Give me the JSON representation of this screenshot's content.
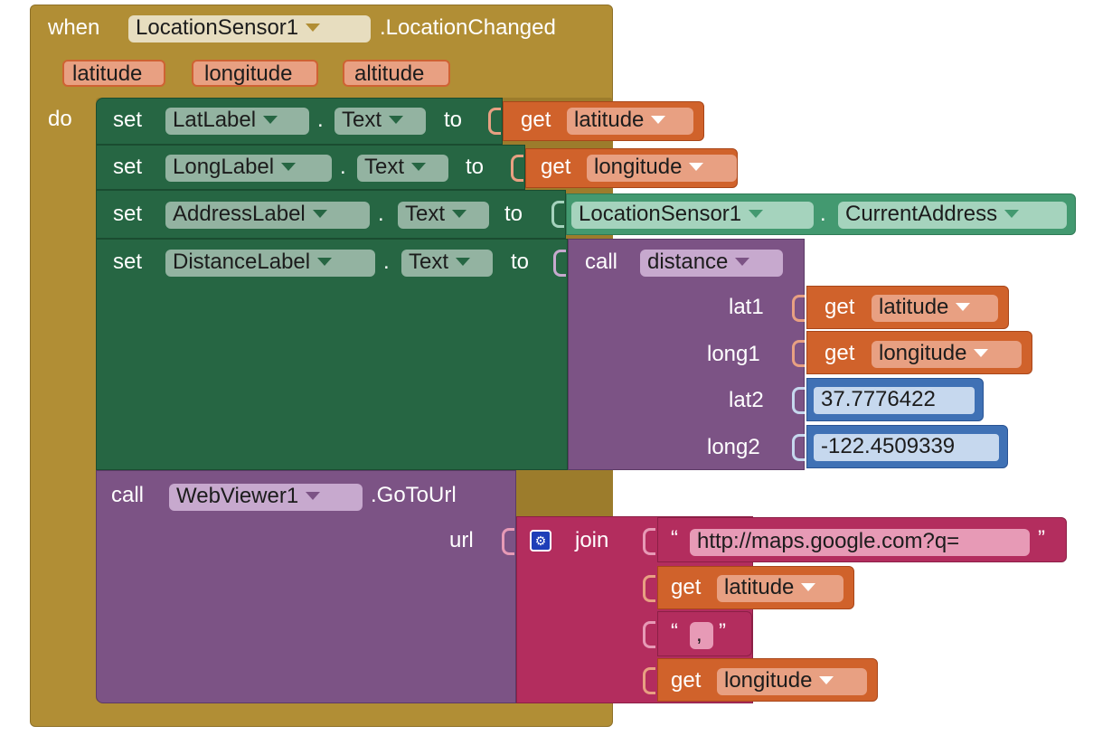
{
  "event": {
    "when": "when",
    "component": "LocationSensor1",
    "event_name": ".LocationChanged",
    "params": [
      "latitude",
      "longitude",
      "altitude"
    ],
    "do": "do"
  },
  "stmts": {
    "set": "set",
    "dot": ".",
    "to": "to",
    "call": "call",
    "get": "get"
  },
  "set1": {
    "component": "LatLabel",
    "prop": "Text",
    "value_var": "latitude"
  },
  "set2": {
    "component": "LongLabel",
    "prop": "Text",
    "value_var": "longitude"
  },
  "set3": {
    "component": "AddressLabel",
    "prop": "Text",
    "source_component": "LocationSensor1",
    "source_prop": "CurrentAddress"
  },
  "set4": {
    "component": "DistanceLabel",
    "prop": "Text",
    "procedure": "distance",
    "args": [
      {
        "name": "lat1",
        "var": "latitude"
      },
      {
        "name": "long1",
        "var": "longitude"
      },
      {
        "name": "lat2",
        "number": "37.7776422"
      },
      {
        "name": "long2",
        "number": "-122.4509339"
      }
    ]
  },
  "call_web": {
    "component": "WebViewer1",
    "method": ".GoToUrl",
    "arg_name": "url",
    "join": "join",
    "open_quote": "“",
    "close_quote": "”",
    "text1": "http://maps.google.com?q=",
    "var1": "latitude",
    "text2": ",",
    "var2": "longitude"
  },
  "colors": {
    "event": "#b18e35",
    "set": "#266643",
    "call": "#7c5385",
    "get": "#d0622b",
    "component_getter": "#439970",
    "math": "#3f71b5",
    "text": "#b32d5e"
  },
  "icons": {
    "mutator": "gear-icon",
    "dropdown": "chevron-down-icon"
  }
}
